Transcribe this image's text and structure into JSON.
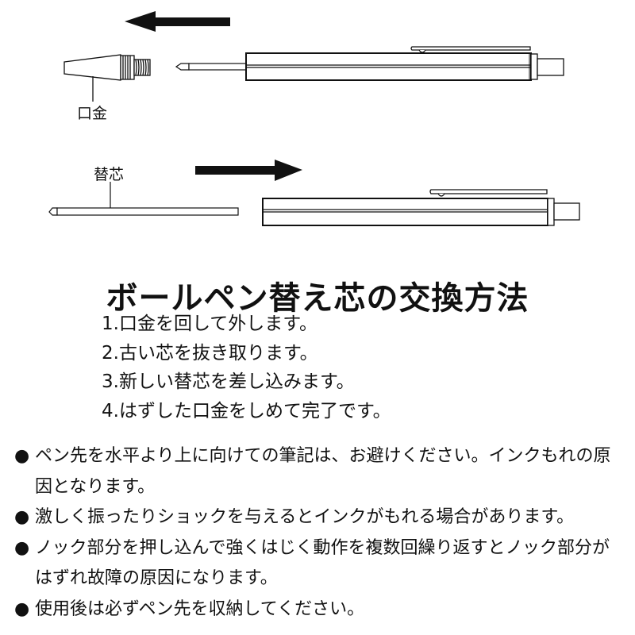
{
  "diagram": {
    "top_label": "口金",
    "bottom_label": "替芯",
    "top_arrow_direction": "left",
    "bottom_arrow_direction": "right",
    "line_color": "#111111",
    "body_fill": "#ffffff"
  },
  "title": "ボールペン替え芯の交換方法",
  "steps": [
    "1.口金を回して外します。",
    "2.古い芯を抜き取ります。",
    "3.新しい替芯を差し込みます。",
    "4.はずした口金をしめて完了です。"
  ],
  "notes": {
    "bullet": "●",
    "items": [
      "ペン先を水平より上に向けての筆記は、お避けください。インクもれの原因となります。",
      "激しく振ったりショックを与えるとインクがもれる場合があります。",
      "ノック部分を押し込んで強くはじく動作を複数回繰り返すとノック部分がはずれ故障の原因になります。",
      "使用後は必ずペン先を収納してください。"
    ]
  }
}
